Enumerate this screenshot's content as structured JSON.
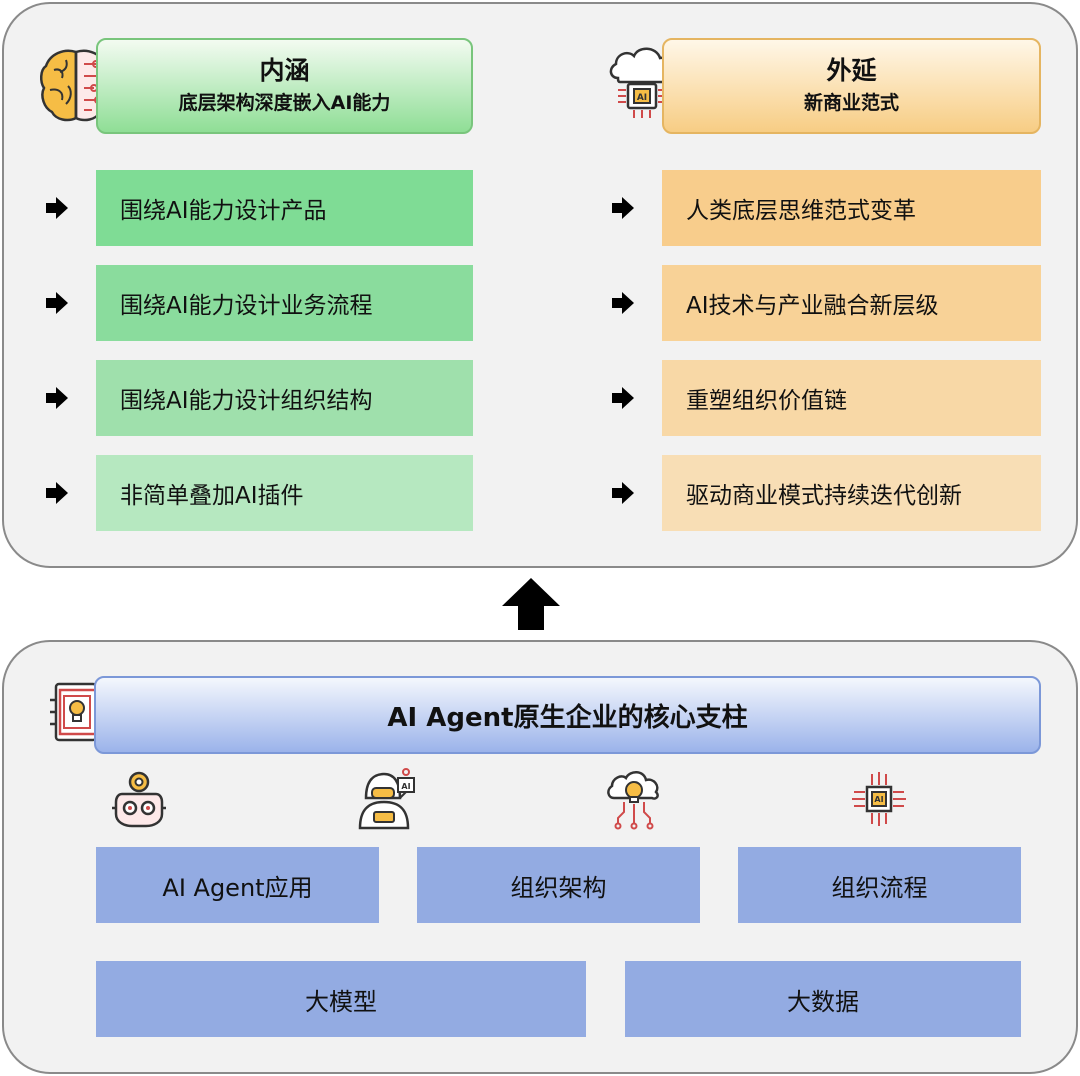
{
  "top": {
    "left_header": {
      "title": "内涵",
      "subtitle": "底层架构深度嵌入AI能力"
    },
    "right_header": {
      "title": "外延",
      "subtitle": "新商业范式"
    },
    "left_items": [
      "围绕AI能力设计产品",
      "围绕AI能力设计业务流程",
      "围绕AI能力设计组织结构",
      "非简单叠加AI插件"
    ],
    "right_items": [
      "人类底层思维范式变革",
      "AI技术与产业融合新层级",
      "重塑组织价值链",
      "驱动商业模式持续迭代创新"
    ],
    "left_item_colors": [
      "#7fdc95",
      "#8adc9d",
      "#9fe0ac",
      "#b6e8c0"
    ],
    "right_item_colors": [
      "#f8cd8c",
      "#f8d297",
      "#f8d8a6",
      "#f8deb5"
    ]
  },
  "bottom": {
    "title": "AI Agent原生企业的核心支柱",
    "pillars": [
      "AI Agent应用",
      "组织架构",
      "组织流程"
    ],
    "foundations": [
      "大模型",
      "大数据"
    ]
  },
  "icons": [
    "brain-circuit-icon",
    "cloud-chip-icon",
    "lightbulb-device-icon",
    "robot-gear-icon",
    "ai-robot-icon",
    "cloud-bulb-circuit-icon",
    "ai-chip-icon"
  ]
}
